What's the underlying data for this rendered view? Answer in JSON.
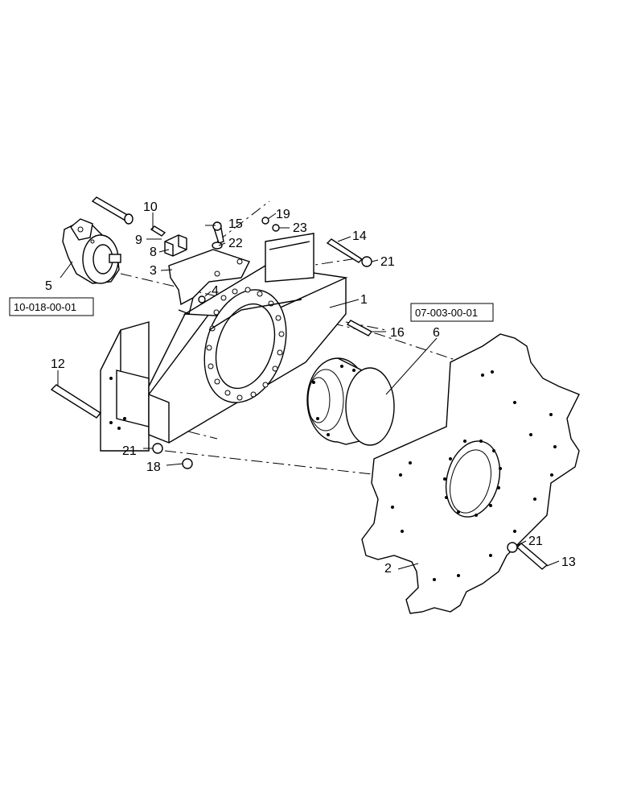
{
  "part_numbers": {
    "p1": "1",
    "p2": "2",
    "p3": "3",
    "p4": "4",
    "p5": "5",
    "p6": "6",
    "p8": "8",
    "p9": "9",
    "p10": "10",
    "p12": "12",
    "p13": "13",
    "p14": "14",
    "p15": "15",
    "p16": "16",
    "p18": "18",
    "p19": "19",
    "p21a": "21",
    "p21b": "21",
    "p21c": "21",
    "p22": "22",
    "p23": "23"
  },
  "references": {
    "motor_ref": "10-018-00-01",
    "gear_ref": "07-003-00-01"
  }
}
